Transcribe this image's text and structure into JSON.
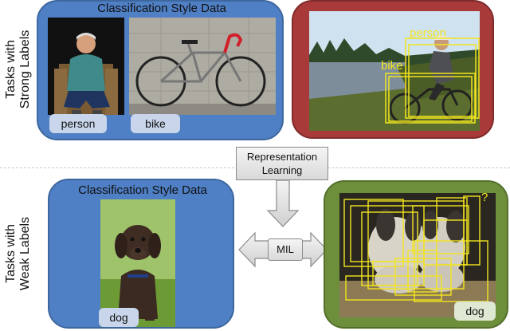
{
  "side_labels": {
    "strong": [
      "Tasks with",
      "Strong Labels"
    ],
    "weak": [
      "Tasks with",
      "Weak Labels"
    ]
  },
  "panels": {
    "top_left": {
      "title": "Classification Style Data",
      "labels": [
        "person",
        "bike"
      ],
      "color": "#4f7fc4"
    },
    "top_right": {
      "detections": [
        "person",
        "bike"
      ],
      "color": "#a93a3a",
      "box_color": "#f2e51f"
    },
    "bottom_left": {
      "title": "Classification Style Data",
      "labels": [
        "dog"
      ],
      "color": "#4f7fc4"
    },
    "bottom_right": {
      "question_mark": "?",
      "label": "dog",
      "color": "#6d8f3b",
      "box_color": "#f2e51f"
    }
  },
  "flow": {
    "representation": [
      "Representation",
      "Learning"
    ],
    "mil": "MIL"
  }
}
